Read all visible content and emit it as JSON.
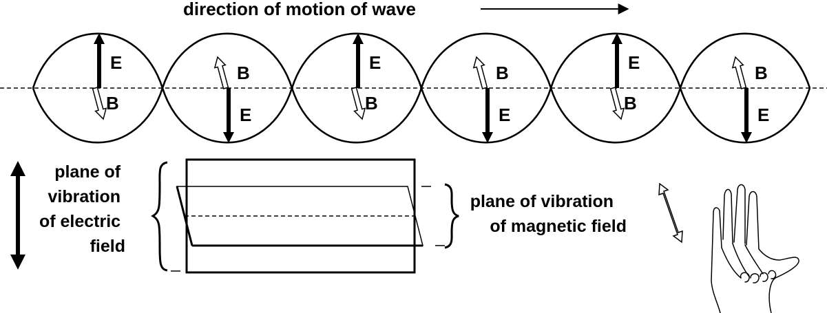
{
  "title": "direction of motion of wave",
  "field_labels": {
    "electric": "E",
    "magnetic": "B"
  },
  "electric_plane_label": [
    "plane of",
    "vibration",
    "of electric",
    "field"
  ],
  "magnetic_plane_label": [
    "plane of vibration",
    "of magnetic field"
  ],
  "colors": {
    "ink": "#000000",
    "background": "#ffffff",
    "magnetic_arrow_fill": "#ffffff"
  },
  "icons": [
    "direction-arrow-icon",
    "double-headed-arrow-icon",
    "hand-icon"
  ]
}
